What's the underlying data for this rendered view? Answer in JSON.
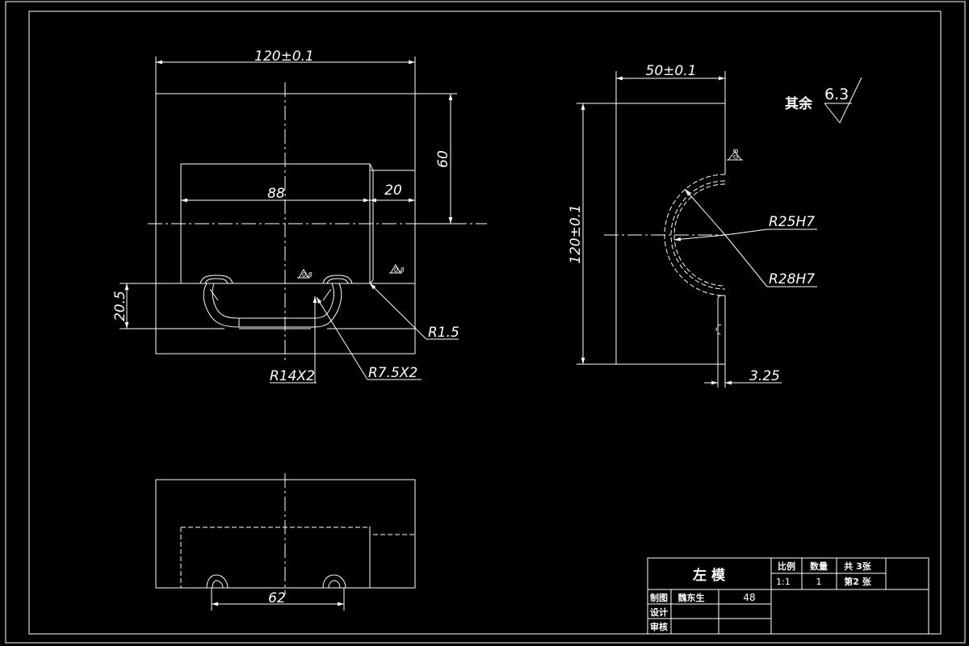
{
  "drawing": {
    "colors": {
      "background": "#000000",
      "line": "#ffffff"
    },
    "front_view": {
      "dim_width": "120±0.1",
      "dim_height": "60",
      "dim_slot_length": "88",
      "dim_step": "20",
      "dim_base_height": "20.5",
      "radius_r15": "R1.5",
      "radius_r14": "R14X2",
      "radius_r75": "R7.5X2",
      "roughness_a": "0.8",
      "roughness_b": "0.8"
    },
    "side_view": {
      "dim_width": "50±0.1",
      "dim_height": "120±0.1",
      "radius_r25": "R25H7",
      "radius_r28": "R28H7",
      "dim_offset": "3.25",
      "roughness": "0.8"
    },
    "surface_note": {
      "label": "其余",
      "value": "6.3"
    },
    "bottom_view": {
      "dim_spacing": "62"
    },
    "title_block": {
      "part_name": "左 模",
      "scale_label": "比例",
      "scale_value": "1:1",
      "qty_label": "数量",
      "qty_value": "1",
      "total_sheets": "共 3张",
      "sheet_no": "第2 张",
      "drawn_label": "制图",
      "drawn_by": "魏东生",
      "drawn_value": "48",
      "design_label": "设计",
      "review_label": "审核"
    }
  }
}
